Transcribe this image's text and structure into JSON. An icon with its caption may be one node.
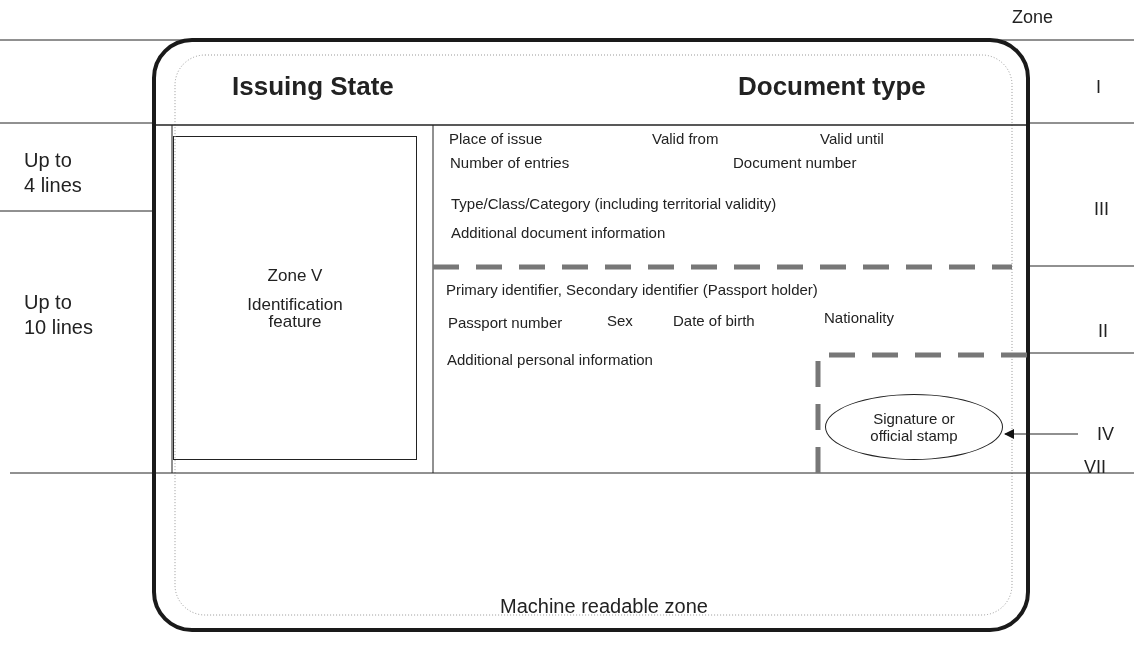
{
  "diagram": {
    "nodes": [
      {
        "text": [],
        "shape": "box"
      },
      {
        "text": [
          "Zone V",
          "Identification feature"
        ],
        "in": 0
      },
      {
        "text": [
          "Signature or official stamp"
        ],
        "in": 0
      },
      {
        "text": [
          "IV"
        ]
      }
    ],
    "edges": [
      {
        "from": 3,
        "to": 2,
        "arrow": "to"
      }
    ],
    "labels": [
      "Zone",
      "Issuing State",
      "Document type",
      "I",
      "Up to 4 lines",
      "Place of issue",
      "Valid from",
      "Valid until",
      "Number of entries",
      "Document number",
      "Type/Class/Category (including territorial validity)",
      "III",
      "Additional document information",
      "Up to 10 lines",
      "Primary identifier, Secondary identifier (Passport holder)",
      "II",
      "Passport number",
      "Sex",
      "Date of birth",
      "Nationality",
      "Additional personal information",
      "VII",
      "Machine readable zone"
    ]
  }
}
